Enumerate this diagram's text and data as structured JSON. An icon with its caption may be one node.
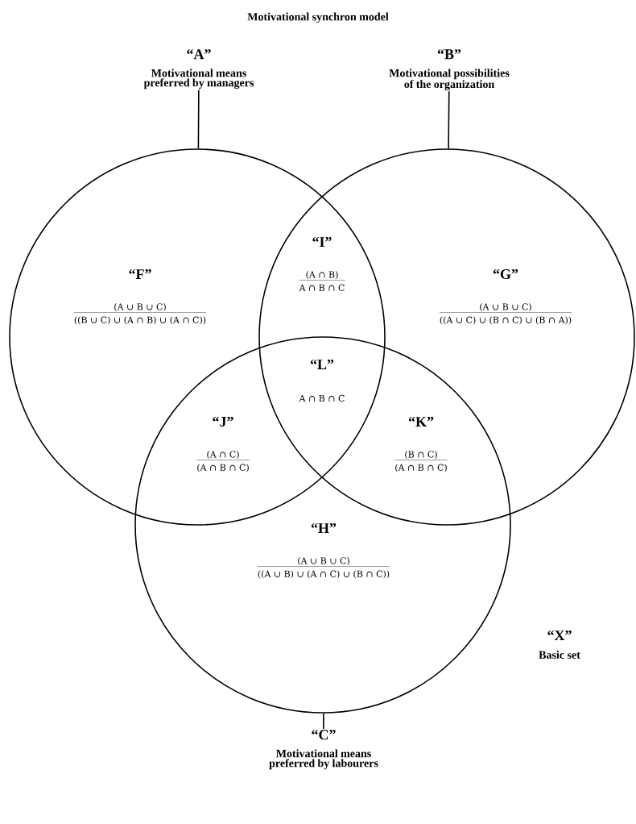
{
  "diagram": {
    "title": "Motivational synchron model",
    "nodes": [
      {
        "text": [
          "“A”",
          "Motivational means preferred by managers"
        ]
      },
      {
        "text": [],
        "shape": "circle"
      },
      {
        "text": [
          "“B”",
          "Motivational possibilities of the organization"
        ]
      },
      {
        "text": [],
        "shape": "circle"
      },
      {
        "text": [
          "“C”",
          "Motivational means preferred by labourers"
        ]
      },
      {
        "text": [],
        "shape": "circle"
      }
    ],
    "edges": [
      {
        "from": 0,
        "to": 1,
        "arrow": "none"
      },
      {
        "from": 2,
        "to": 3,
        "arrow": "none"
      },
      {
        "from": 4,
        "to": 5,
        "arrow": "none"
      }
    ],
    "labels": [
      "“I”",
      "(A ∩ B)",
      "A ∩ B ∩ C",
      "“F”",
      "(A ∪ B ∪ C)",
      "((B ∪ C) ∪ (A ∩ B) ∪ (A ∩ C))",
      "“G”",
      "(A ∪ B ∪ C)",
      "((A ∪ C) ∪ (B ∩ C) ∪ (B ∩ A))",
      "“L”",
      "A ∩ B ∩ C",
      "“J”",
      "(A ∩ C)",
      "(A ∩ B ∩ C)",
      "“K”",
      "(B ∩ C)",
      "(A ∩ B ∩ C)",
      "“H”",
      "(A ∪ B ∪ C)",
      "((A ∪ B) ∪ (A ∩ C) ∪ (B ∩ C))",
      "“X”",
      "Basic set"
    ]
  }
}
